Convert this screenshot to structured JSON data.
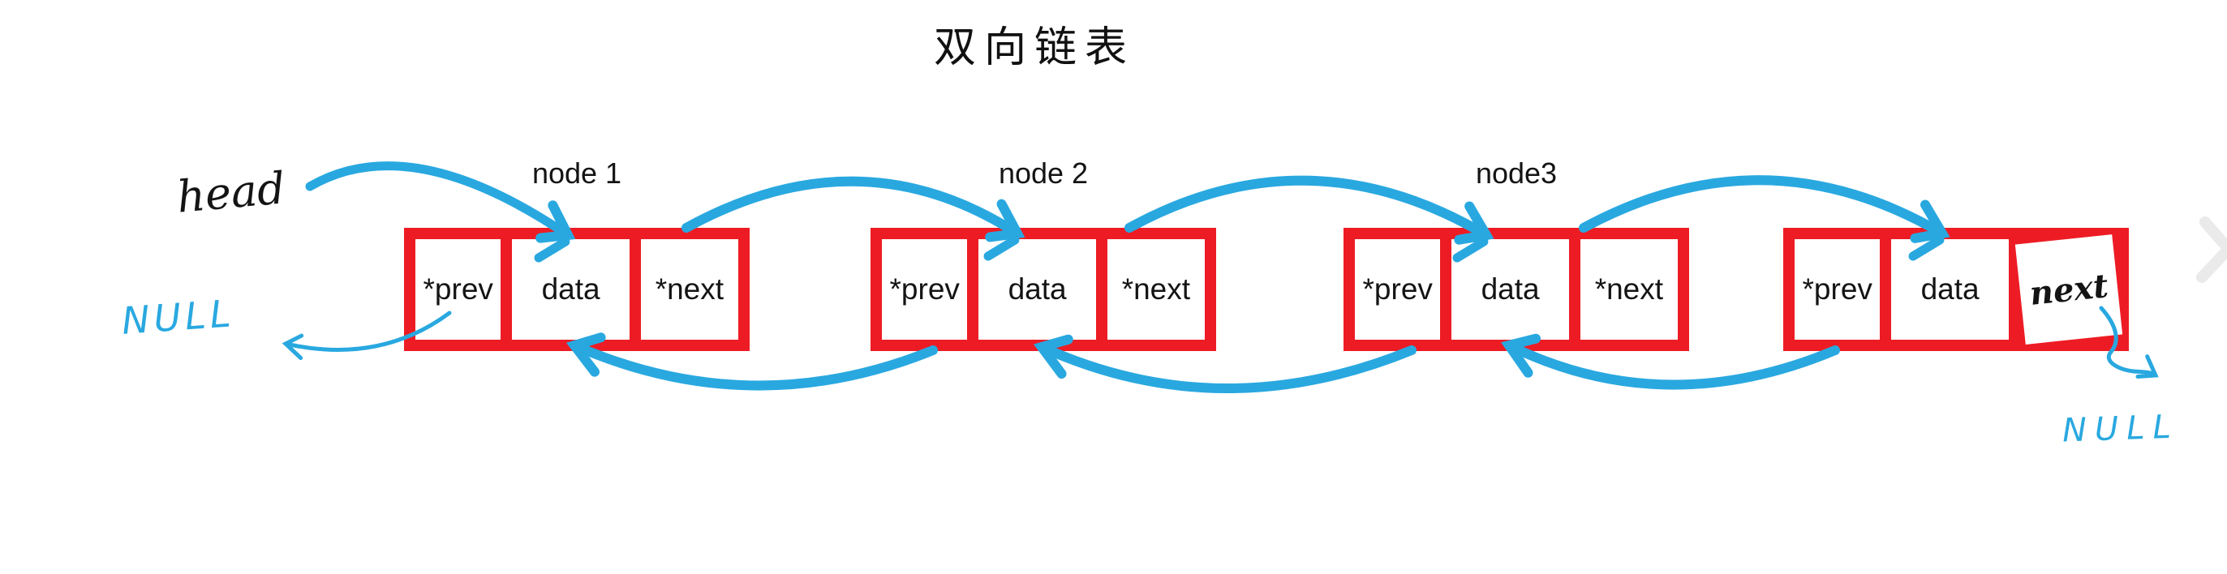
{
  "title": "双向链表",
  "annotations": {
    "head": "head",
    "null_left": "NULL",
    "null_right": "NULL"
  },
  "nodes": [
    {
      "label": "node 1",
      "cells": [
        "*prev",
        "data",
        "*next"
      ]
    },
    {
      "label": "node 2",
      "cells": [
        "*prev",
        "data",
        "*next"
      ]
    },
    {
      "label": "node3",
      "cells": [
        "*prev",
        "data",
        "*next"
      ]
    },
    {
      "label": "",
      "cells": [
        "*prev",
        "data",
        "next"
      ]
    }
  ],
  "colors": {
    "box_red": "#ED1C24",
    "arrow_blue": "#29A8E0",
    "ink_black": "#141414",
    "chevron_gray": "#EAEAEA"
  },
  "icons": {
    "next_pointer_arrow": "blue curved arrow over top, next link",
    "prev_pointer_arrow": "blue curved arrow under bottom, prev link",
    "null_pointer_arrow": "thin blue arrow to NULL",
    "viewer_next_chevron": "faint gray > at right edge"
  }
}
